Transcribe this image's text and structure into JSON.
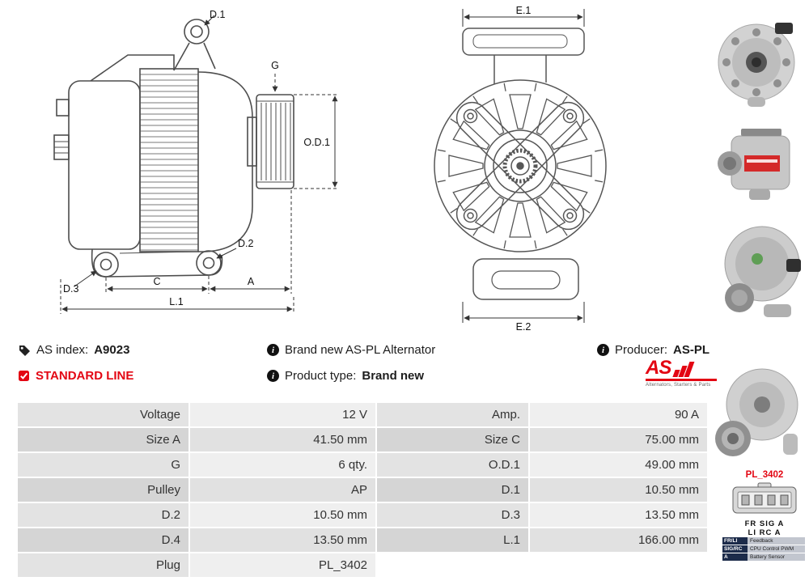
{
  "accent_color": "#e30613",
  "header": {
    "as_index_label": "AS index:",
    "as_index_value": "A9023",
    "standard_line": "STANDARD LINE",
    "brand_new_text": "Brand new AS-PL Alternator",
    "product_type_label": "Product type:",
    "product_type_value": "Brand new",
    "producer_label": "Producer:",
    "producer_value": "AS-PL"
  },
  "logo": {
    "as": "AS",
    "tagline": "Alternators, Starters & Parts"
  },
  "drawing_labels": {
    "d1": "D.1",
    "g": "G",
    "od1": "O.D.1",
    "d2": "D.2",
    "d3": "D.3",
    "c": "C",
    "a": "A",
    "l1": "L.1",
    "e1": "E.1",
    "e2": "E.2"
  },
  "connector": {
    "name": "PL_3402",
    "pins_row1": "FR SIG A",
    "pins_row2": "LI RC A",
    "legend": [
      {
        "key": "FR/LI",
        "value": "Feedback"
      },
      {
        "key": "SIG/RC",
        "value": "CPU Control PWM"
      },
      {
        "key": "A",
        "value": "Battery Sensor"
      }
    ]
  },
  "spec_table": {
    "rows": [
      {
        "l1": "Voltage",
        "v1": "12 V",
        "l2": "Amp.",
        "v2": "90 A"
      },
      {
        "l1": "Size A",
        "v1": "41.50 mm",
        "l2": "Size C",
        "v2": "75.00 mm"
      },
      {
        "l1": "G",
        "v1": "6 qty.",
        "l2": "O.D.1",
        "v2": "49.00 mm"
      },
      {
        "l1": "Pulley",
        "v1": "AP",
        "l2": "D.1",
        "v2": "10.50 mm"
      },
      {
        "l1": "D.2",
        "v1": "10.50 mm",
        "l2": "D.3",
        "v2": "13.50 mm"
      },
      {
        "l1": "D.4",
        "v1": "13.50 mm",
        "l2": "L.1",
        "v2": "166.00 mm"
      },
      {
        "l1": "Plug",
        "v1": "PL_3402",
        "l2": "",
        "v2": ""
      }
    ]
  }
}
